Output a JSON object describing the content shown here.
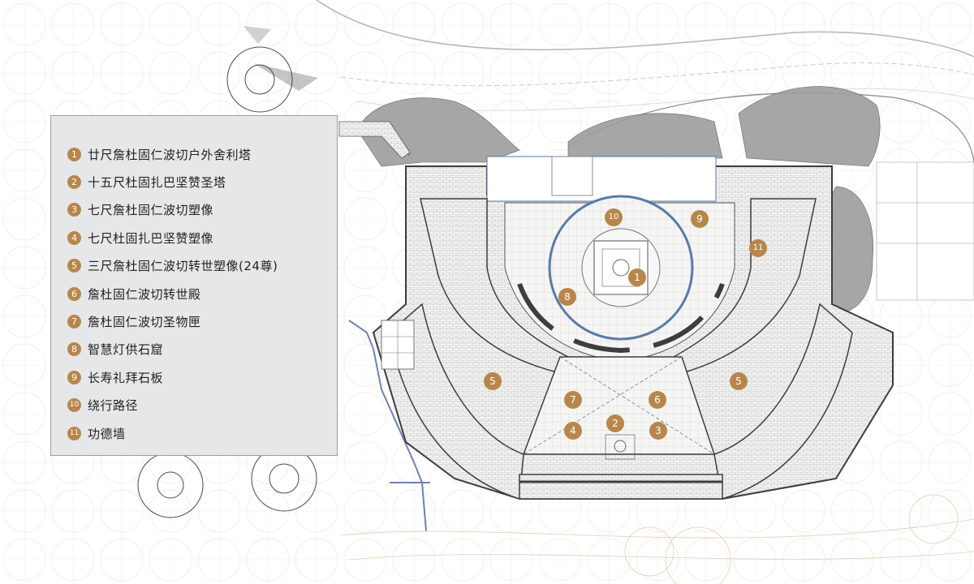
{
  "colors": {
    "accent": "#b8864b",
    "legend_bg": "#e6e7e8",
    "wall": "#3d3d3d",
    "path_blue": "#6f82b8"
  },
  "legend": {
    "items": [
      {
        "num": "1",
        "label": "廿尺詹杜固仁波切户外舍利塔"
      },
      {
        "num": "2",
        "label": "十五尺杜固扎巴坚赞圣塔"
      },
      {
        "num": "3",
        "label": "七尺詹杜固仁波切塑像"
      },
      {
        "num": "4",
        "label": "七尺杜固扎巴坚赞塑像"
      },
      {
        "num": "5",
        "label": "三尺詹杜固仁波切转世塑像(24尊)"
      },
      {
        "num": "6",
        "label": "詹杜固仁波切转世殿"
      },
      {
        "num": "7",
        "label": "詹杜固仁波切圣物匣"
      },
      {
        "num": "8",
        "label": "智慧灯供石窟"
      },
      {
        "num": "9",
        "label": "长寿礼拜石板"
      },
      {
        "num": "10",
        "label": "绕行路径"
      },
      {
        "num": "11",
        "label": "功德墙"
      }
    ]
  },
  "markers": [
    {
      "num": "1"
    },
    {
      "num": "2"
    },
    {
      "num": "3"
    },
    {
      "num": "4"
    },
    {
      "num": "5"
    },
    {
      "num": "5"
    },
    {
      "num": "6"
    },
    {
      "num": "7"
    },
    {
      "num": "8"
    },
    {
      "num": "9"
    },
    {
      "num": "10"
    },
    {
      "num": "11"
    }
  ]
}
